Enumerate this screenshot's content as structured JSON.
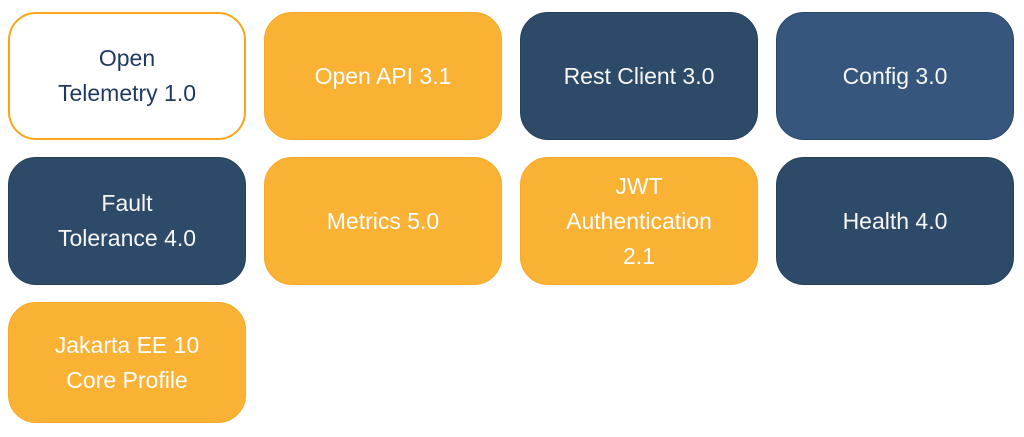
{
  "diagram": {
    "kind": "spec-card-grid",
    "columns": 4
  },
  "colors": {
    "background": "#FFFFFF",
    "orange_fill": "#F9B234",
    "orange_border": "#F7A61B",
    "navy_fill": "#2D4A68",
    "steel_fill": "#36567E",
    "text_on_dark": "#F7F7F7",
    "text_on_light": "#1F3A5E"
  },
  "cards": [
    {
      "label": "Open\nTelemetry 1.0",
      "variant": "outline-orange",
      "row": 1,
      "col": 1
    },
    {
      "label": "Open API 3.1",
      "variant": "orange",
      "row": 1,
      "col": 2
    },
    {
      "label": "Rest Client 3.0",
      "variant": "navy",
      "row": 1,
      "col": 3
    },
    {
      "label": "Config 3.0",
      "variant": "steel",
      "row": 1,
      "col": 4
    },
    {
      "label": "Fault\nTolerance 4.0",
      "variant": "navy",
      "row": 2,
      "col": 1
    },
    {
      "label": "Metrics 5.0",
      "variant": "orange",
      "row": 2,
      "col": 2
    },
    {
      "label": "JWT\nAuthentication\n2.1",
      "variant": "orange",
      "row": 2,
      "col": 3
    },
    {
      "label": "Health 4.0",
      "variant": "navy",
      "row": 2,
      "col": 4
    },
    {
      "label": "Jakarta EE 10\nCore Profile",
      "variant": "orange",
      "row": 3,
      "col": 1
    }
  ]
}
